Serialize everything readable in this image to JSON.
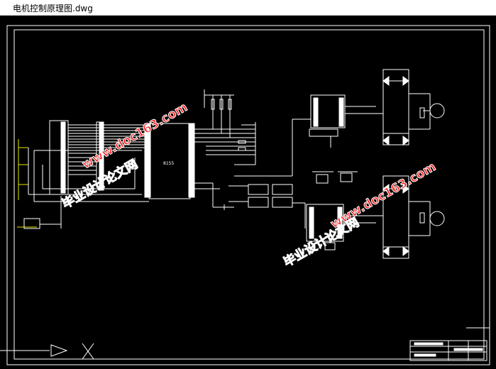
{
  "window": {
    "title": "电机控制原理图.dwg"
  },
  "drawing": {
    "chip_label": "8155",
    "watermark_url": "www.doc163.com",
    "watermark_cn": "毕业设计论文网"
  },
  "colors": {
    "background": "#000000",
    "frame": "#ffffff",
    "wire": "#ffffff",
    "watermark_fill": "#ff2a2a",
    "watermark_stroke": "#ffffff",
    "accent_yellow": "#e6e600"
  }
}
